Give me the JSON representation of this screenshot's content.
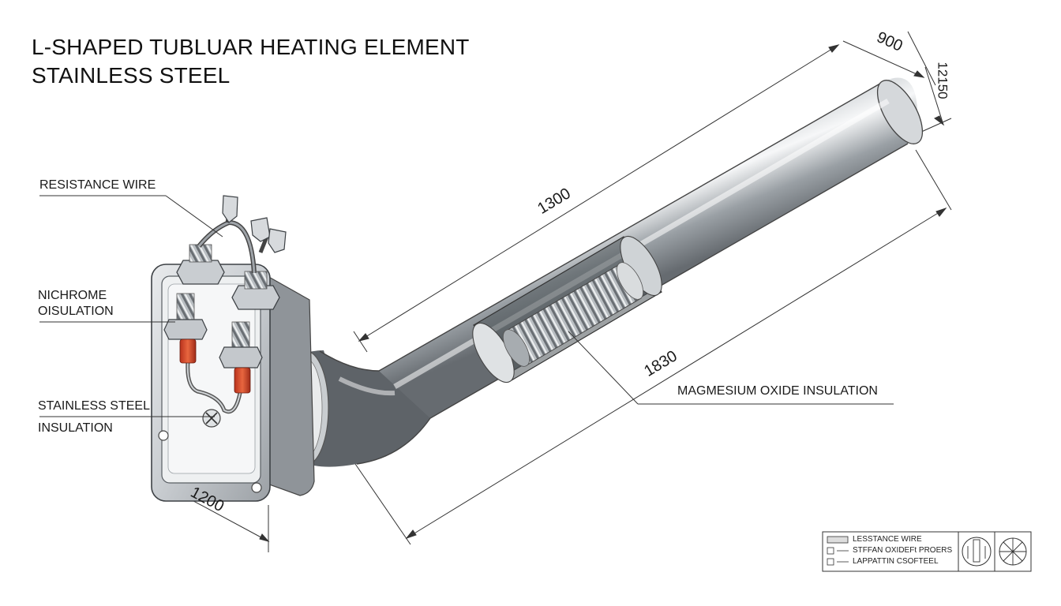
{
  "title": {
    "line1": "L-SHAPED TUBLUAR HEATING ELEMENT",
    "line2": "STAINLESS STEEL"
  },
  "callouts": {
    "resistance_wire": "RESISTANCE WIRE",
    "nichrome": "NICHROME",
    "oisulation": "OISULATION",
    "stainless_steel": "STAINLESS STEEL",
    "insulation": "INSULATION",
    "magnesium": "MAGMESIUM OXIDE INSULATION"
  },
  "dimensions": {
    "d900": "900",
    "d12150": "12150",
    "d1300": "1300",
    "d1830": "1830",
    "d1200": "1200"
  },
  "legend": {
    "row1": "LESSTANCE WIRE",
    "row2": "STFFAN OXIDEFt PROERS",
    "row3": "LAPPATTIN CSOFTEEL"
  }
}
